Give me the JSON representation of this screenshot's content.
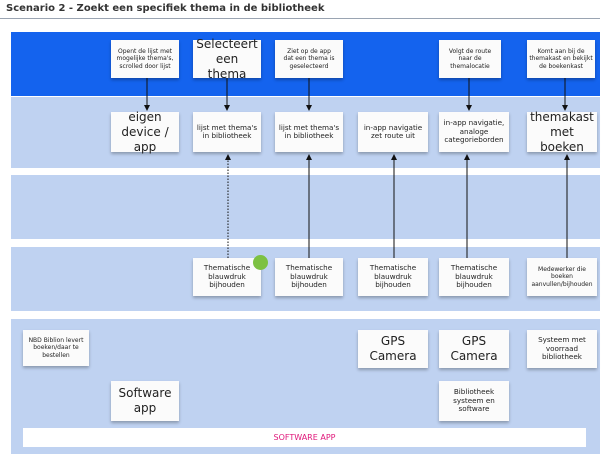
{
  "title": "Scenario 2 - Zoekt een specifiek thema in de bibliotheek",
  "notes": {
    "row1": [
      "Opent de lijst met\nmogelijke thema's,\nscrolled door lijst",
      "Selecteert\neen thema",
      "Ziet op de app\ndat een thema is\ngeselecteerd",
      "Volgt de route\nnaar de\nthemalocatie",
      "Komt aan bij de\nthemakast en bekijkt\nde boekenkast"
    ],
    "row2": [
      "eigen\ndevice / app",
      "lijst met thema's\nin bibliotheek",
      "lijst met thema's\nin bibliotheek",
      "in-app navigatie\nzet route uit",
      "in-app navigatie,\nanaloge\ncategorieborden",
      "themakast\nmet boeken"
    ],
    "row4": [
      "Thematische\nblauwdruk\nbijhouden",
      "Thematische\nblauwdruk\nbijhouden",
      "Thematische\nblauwdruk\nbijhouden",
      "Thematische\nblauwdruk\nbijhouden",
      "Medewerker die\nboeken\naanvullen/bijhouden"
    ],
    "row5": [
      "NBD Biblion levert\nboeken/daar te\nbestellen",
      "GPS\nCamera",
      "GPS\nCamera",
      "Systeem met\nvoorraad\nbibliotheek"
    ],
    "row6": [
      "Software\napp",
      "Bibliotheek\nsysteem en\nsoftware"
    ]
  },
  "software_bar": "SOFTWARE APP",
  "colors": {
    "lane_blue": "#1463ee",
    "lane_light": "#bfd2f1",
    "bar_text": "#e0177a",
    "status_dot": "#7dc142"
  }
}
